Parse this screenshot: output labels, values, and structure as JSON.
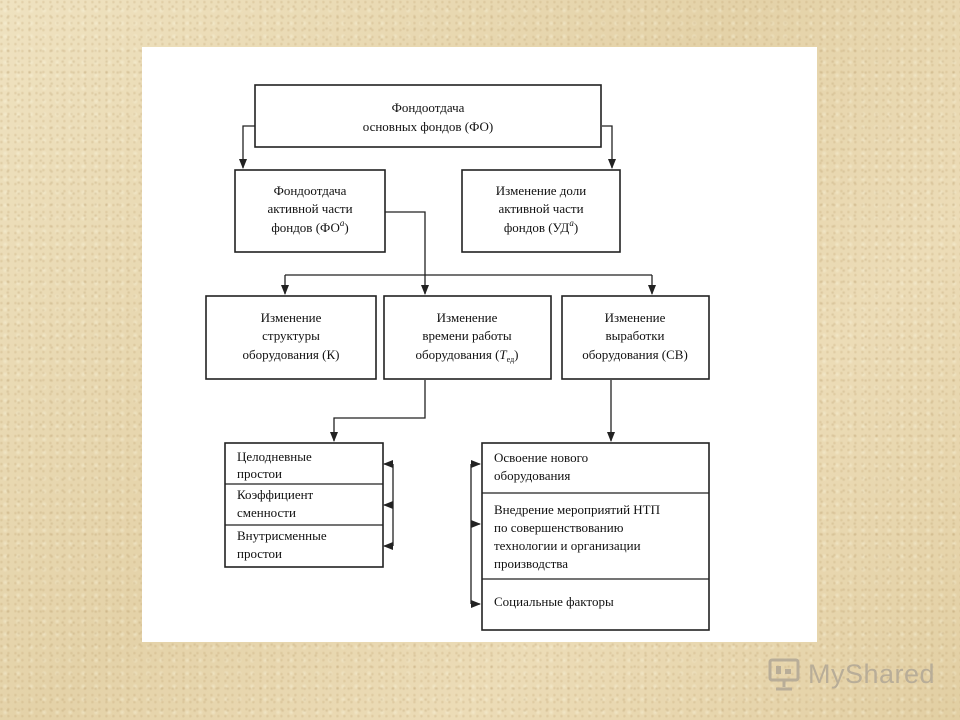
{
  "diagram": {
    "root": {
      "line1": "Фондоотдача",
      "line2": "основных фондов (ФО)"
    },
    "active_part": {
      "line1": "Фондоотдача",
      "line2": "активной части",
      "line3_main": "фондов (ФО",
      "line3_sup": "а",
      "line3_end": ")"
    },
    "share_change": {
      "line1": "Изменение доли",
      "line2": "активной части",
      "line3_main": "фондов (УД",
      "line3_sup": "а",
      "line3_end": ")"
    },
    "structure": {
      "line1": "Изменение",
      "line2": "структуры",
      "line3": "оборудования (К)"
    },
    "work_time": {
      "line1": "Изменение",
      "line2": "времени работы",
      "line3_main": "оборудования (",
      "line3_var": "Т",
      "line3_sub": "ед",
      "line3_end": ")"
    },
    "output": {
      "line1": "Изменение",
      "line2": "выработки",
      "line3": "оборудования (СВ)"
    },
    "time_factors": [
      {
        "line1": "Целодневные",
        "line2": "простои"
      },
      {
        "line1": "Коэффициент",
        "line2": "сменности"
      },
      {
        "line1": "Внутрисменные",
        "line2": "простои"
      }
    ],
    "output_factors": [
      {
        "lines": [
          "Освоение нового",
          "оборудования"
        ]
      },
      {
        "lines": [
          "Внедрение мероприятий НТП",
          "по совершенствованию",
          "технологии и организации",
          "производства"
        ]
      },
      {
        "lines": [
          "Социальные факторы"
        ]
      }
    ]
  },
  "watermark": {
    "text": "MyShared",
    "icon": "presentation-board-icon"
  }
}
